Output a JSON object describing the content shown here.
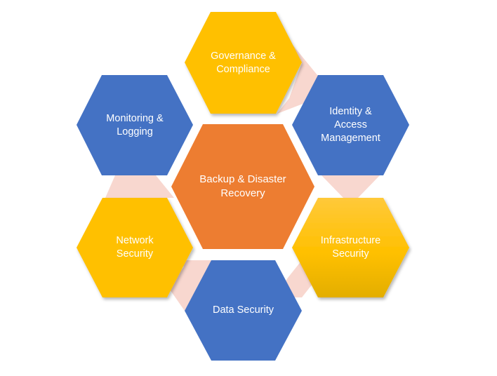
{
  "diagram": {
    "colors": {
      "blue": "#4472C4",
      "gold": "#FFC000",
      "orange": "#ED7D31",
      "connector": "#F8D7CF",
      "text": "#FFFFFF",
      "selected_gradient_top": "#FFCA3A",
      "selected_gradient_bottom": "#E6B000"
    },
    "center": {
      "label": "Backup & Disaster\nRecovery",
      "color": "orange"
    },
    "nodes": [
      {
        "id": "governance",
        "label": "Governance &\nCompliance",
        "color": "gold",
        "position": "top"
      },
      {
        "id": "identity",
        "label": "Identity &\nAccess\nManagement",
        "color": "blue",
        "position": "top-right"
      },
      {
        "id": "infrastructure",
        "label": "Infrastructure\nSecurity",
        "color": "gold",
        "position": "bottom-right",
        "selected": true
      },
      {
        "id": "data",
        "label": "Data Security",
        "color": "blue",
        "position": "bottom"
      },
      {
        "id": "network",
        "label": "Network\nSecurity",
        "color": "gold",
        "position": "bottom-left"
      },
      {
        "id": "monitoring",
        "label": "Monitoring &\nLogging",
        "color": "blue",
        "position": "top-left"
      }
    ]
  }
}
